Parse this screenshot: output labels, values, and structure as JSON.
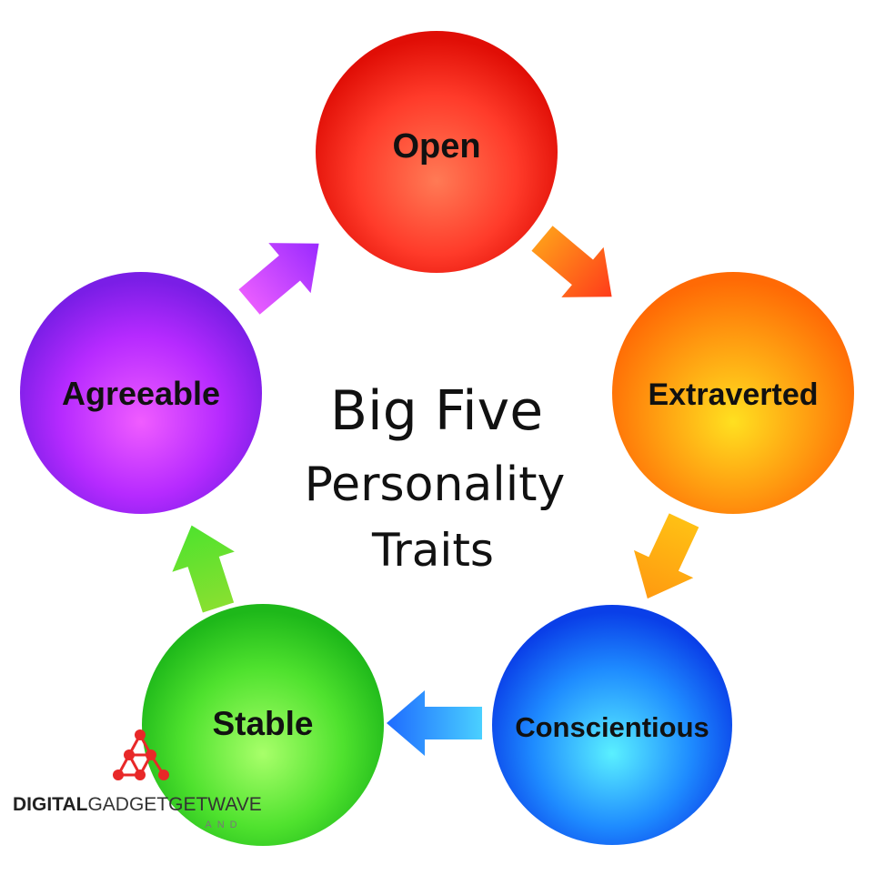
{
  "diagram": {
    "title_lines": [
      "Big Five",
      "Personality",
      "Traits"
    ],
    "traits": [
      {
        "id": "open",
        "label": "Open",
        "color_light": "#ff7a55",
        "color_mid": "#ff3b2a",
        "color_dark": "#e00e06"
      },
      {
        "id": "extraverted",
        "label": "Extraverted",
        "color_light": "#ffe020",
        "color_mid": "#ff9a10",
        "color_dark": "#ff6a05"
      },
      {
        "id": "conscientious",
        "label": "Conscientious",
        "color_light": "#5af0ff",
        "color_mid": "#1e8bff",
        "color_dark": "#0a3fe8"
      },
      {
        "id": "stable",
        "label": "Stable",
        "color_light": "#a8ff6a",
        "color_mid": "#4fe22e",
        "color_dark": "#1eb81a"
      },
      {
        "id": "agreeable",
        "label": "Agreeable",
        "color_light": "#f05cff",
        "color_mid": "#b62aff",
        "color_dark": "#7a1ee6"
      }
    ],
    "arrows": [
      {
        "from": "open",
        "to": "extraverted",
        "color_start": "#ff9a1a",
        "color_end": "#ff3b1a"
      },
      {
        "from": "extraverted",
        "to": "conscientious",
        "color_start": "#ffc014",
        "color_end": "#ff9a10"
      },
      {
        "from": "conscientious",
        "to": "stable",
        "color_start": "#4ad0ff",
        "color_end": "#1e6bff"
      },
      {
        "from": "stable",
        "to": "agreeable",
        "color_start": "#88e030",
        "color_end": "#4fe22e"
      },
      {
        "from": "agreeable",
        "to": "open",
        "color_start": "#e85cff",
        "color_end": "#9a2aff"
      }
    ]
  },
  "watermark": {
    "brand_bold": "DIGITAL",
    "brand_rest": "GADGETGETWAVE",
    "sub": "AND",
    "color": "#e82828"
  }
}
